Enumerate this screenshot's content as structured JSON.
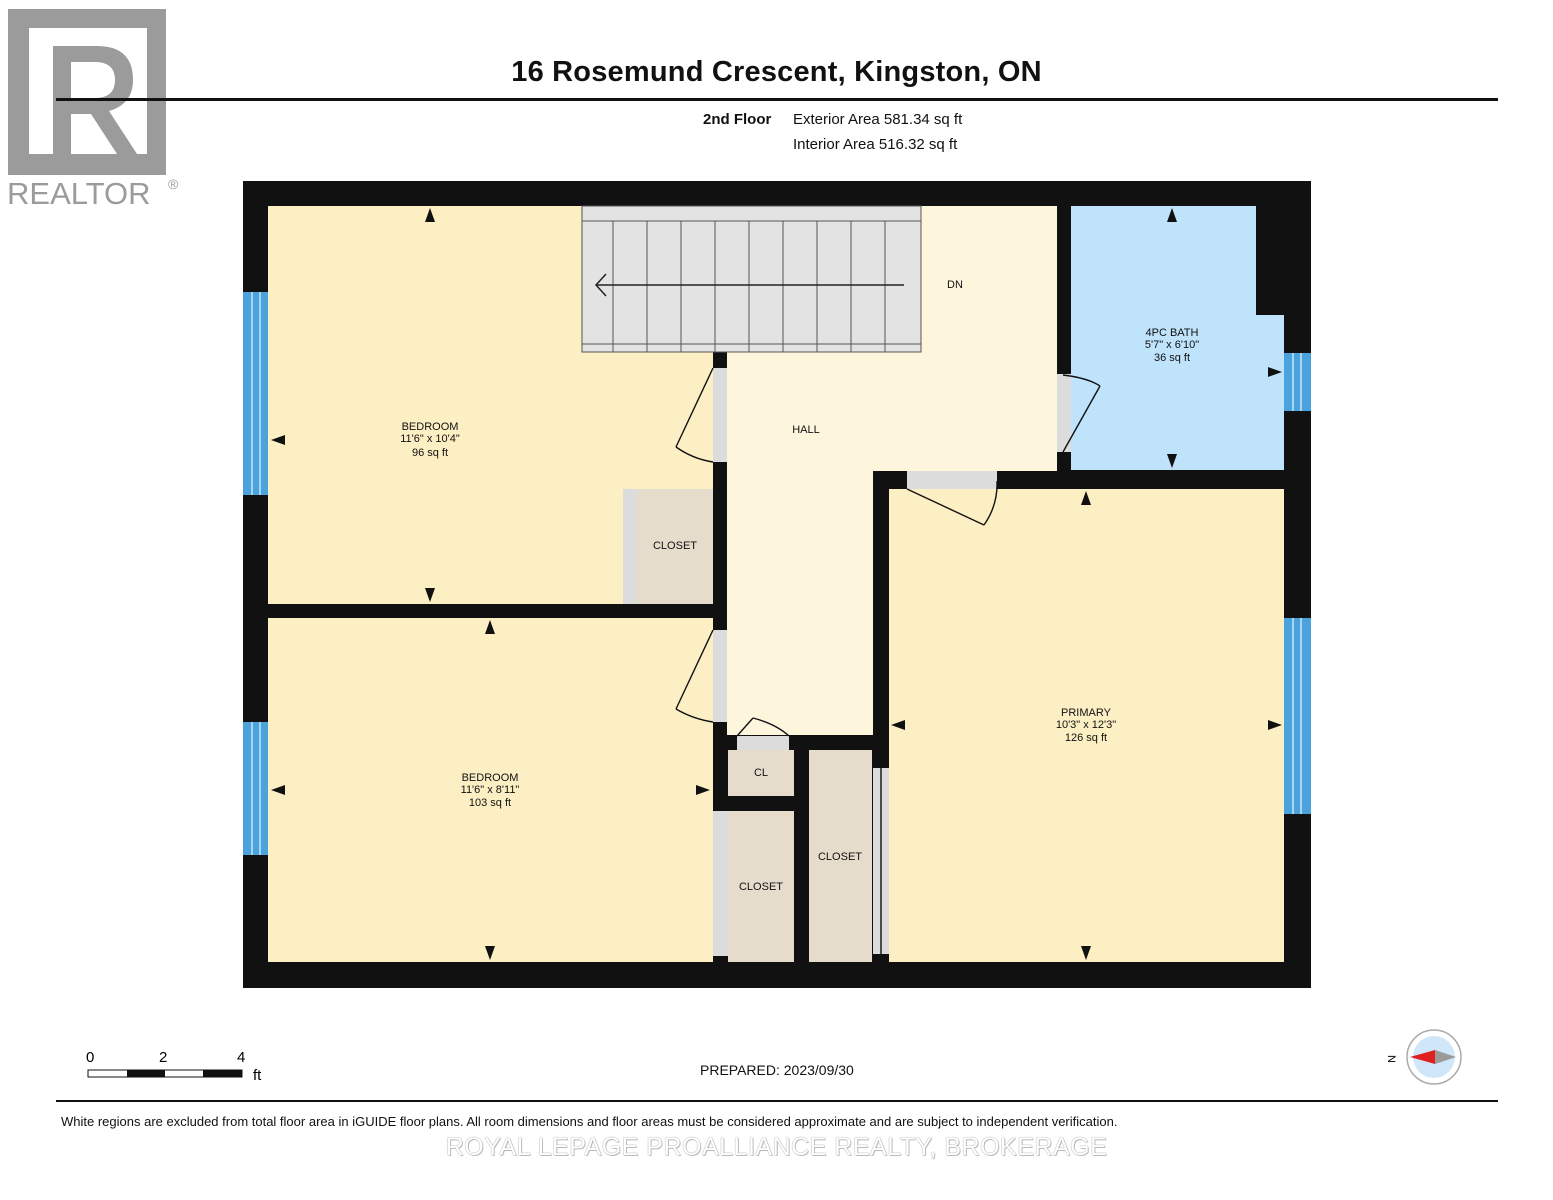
{
  "header": {
    "address": "16 Rosemund Crescent, Kingston, ON",
    "floor": "2nd Floor",
    "exterior_area": "Exterior Area 581.34 sq ft",
    "interior_area": "Interior Area 516.32 sq ft"
  },
  "logo": {
    "text": "REALTOR",
    "mark": "®"
  },
  "plan": {
    "stairs_label": "DN",
    "hall": {
      "name": "HALL"
    },
    "bedroom_top": {
      "name": "BEDROOM",
      "dims": "11'6\" x 10'4\"",
      "area": "96 sq ft"
    },
    "bedroom_bottom": {
      "name": "BEDROOM",
      "dims": "11'6\" x 8'11\"",
      "area": "103 sq ft"
    },
    "bath": {
      "name": "4PC BATH",
      "dims": "5'7\" x 6'10\"",
      "area": "36 sq ft"
    },
    "primary": {
      "name": "PRIMARY",
      "dims": "10'3\" x 12'3\"",
      "area": "126 sq ft"
    },
    "closet_top": "CLOSET",
    "closet_cl": "CL",
    "closet_left": "CLOSET",
    "closet_right": "CLOSET",
    "colors": {
      "bedroom": "#fcefc4",
      "hall": "#fdf6dc",
      "bath": "#bfe3fb",
      "closet": "#e6dccb",
      "wall": "#111111",
      "window": "#4aa3dc",
      "stairs": "#e3e3e3"
    }
  },
  "scale": {
    "ticks": [
      "0",
      "2",
      "4"
    ],
    "unit": "ft"
  },
  "prepared": "PREPARED: 2023/09/30",
  "compass": {
    "letter": "N",
    "icon": "compass-icon"
  },
  "disclaimer": "White regions are excluded from total floor area in iGUIDE floor plans. All room dimensions and floor areas must be considered approximate and are subject to independent verification.",
  "watermark": "ROYAL LEPAGE PROALLIANCE REALTY, BROKERAGE"
}
